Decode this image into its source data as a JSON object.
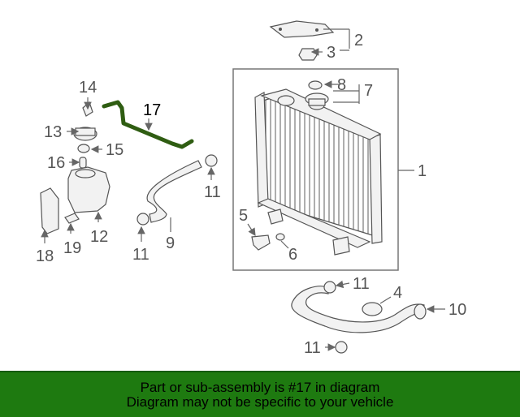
{
  "callouts": {
    "c1": "1",
    "c2": "2",
    "c3": "3",
    "c4": "4",
    "c5": "5",
    "c6": "6",
    "c7": "7",
    "c8": "8",
    "c9": "9",
    "c10": "10",
    "c11a": "11",
    "c11b": "11",
    "c11c": "11",
    "c11d": "11",
    "c12": "12",
    "c13": "13",
    "c14": "14",
    "c15": "15",
    "c16": "16",
    "c17": "17",
    "c18": "18",
    "c19": "19"
  },
  "colors": {
    "highlight": "#2f5d12",
    "footer_bg": "#1e7a10"
  },
  "footer": {
    "line1": "Part or sub-assembly is #17 in diagram",
    "line2": "Diagram may not be specific to your vehicle"
  }
}
